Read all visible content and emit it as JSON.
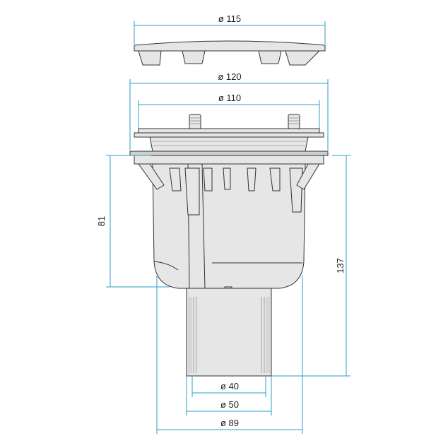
{
  "dimensions": {
    "cover_diameter": "ø 115",
    "flange_diameter": "ø 120",
    "grate_diameter": "ø 110",
    "body_height": "81",
    "total_height": "137",
    "inner_outlet_diameter": "ø 40",
    "outer_outlet_diameter": "ø 50",
    "body_diameter": "ø 89"
  },
  "colors": {
    "dimension_line": "#2e9cc7",
    "outline": "#333333",
    "fill": "#e6e6e6"
  }
}
